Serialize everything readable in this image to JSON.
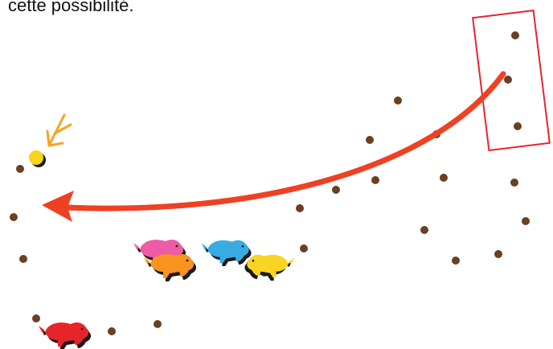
{
  "caption": "cette possibilité.",
  "colors": {
    "dot": "#6b3f22",
    "arrow": "#ee4123",
    "box": "#e8242b",
    "ball": "#f7d417",
    "spark": "#f6a51f",
    "pink": "#ee5ba6",
    "orange": "#f7931e",
    "blue": "#38ace2",
    "yellow": "#f9d423",
    "red": "#e8242b",
    "shadow": "#1a1a1a"
  },
  "icons": [
    "arrow-icon",
    "selection-box",
    "yellow-ball",
    "spark-icon",
    "animal-icon"
  ],
  "animals": [
    {
      "name": "pink-animal",
      "color": "pink"
    },
    {
      "name": "orange-animal",
      "color": "orange"
    },
    {
      "name": "blue-animal",
      "color": "blue"
    },
    {
      "name": "yellow-animal",
      "color": "yellow"
    },
    {
      "name": "red-animal",
      "color": "red"
    }
  ]
}
